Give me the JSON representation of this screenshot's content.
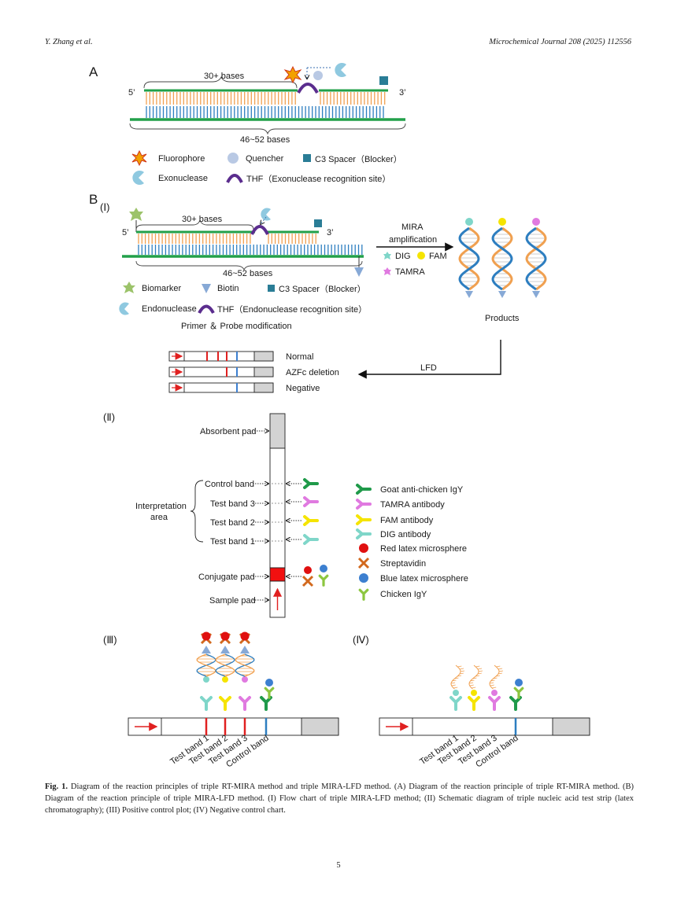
{
  "header": {
    "left": "Y. Zhang et al.",
    "right": "Microchemical Journal 208 (2025) 112556"
  },
  "figure": {
    "panelA": {
      "label": "A",
      "five_prime": "5’",
      "three_prime": "3’",
      "top_brace": "30+ bases",
      "bottom_brace": "46~52 bases",
      "legend": {
        "fluorophore": "Fluorophore",
        "quencher": "Quencher",
        "c3": "C3 Spacer（Blocker）",
        "exonuclease": "Exonuclease",
        "thf": "THF（Exonuclease recognition site）"
      }
    },
    "panelB": {
      "label": "B",
      "sub1": "(Ⅰ)",
      "five_prime": "5’",
      "three_prime": "3’",
      "top_brace": "30+ bases",
      "bottom_brace": "46~52 bases",
      "mira_line1": "MIRA",
      "mira_line2": "amplification",
      "tag_dig": "DIG",
      "tag_fam": "FAM",
      "tag_tamra": "TAMRA",
      "products": "Products",
      "legend": {
        "biomarker": "Biomarker",
        "biotin": "Biotin",
        "c3": "C3 Spacer（Blocker）",
        "endonuclease": "Endonuclease",
        "thf": "THF（Endonuclease recognition site）",
        "modification": "Primer ＆ Probe modification"
      },
      "lfd": "LFD",
      "strips": [
        "Normal",
        "AZFc deletion",
        "Negative"
      ]
    },
    "panelII": {
      "label": "(Ⅱ)",
      "absorbent": "Absorbent pad",
      "control": "Control band",
      "test3": "Test band 3",
      "test2": "Test band 2",
      "test1": "Test band 1",
      "interp1": "Interpretation",
      "interp2": "area",
      "conjugate": "Conjugate pad",
      "sample": "Sample pad",
      "legend": [
        "Goat anti-chicken IgY",
        "TAMRA antibody",
        "FAM antibody",
        "DIG antibody",
        "Red latex microsphere",
        "Streptavidin",
        "Blue latex microsphere",
        "Chicken IgY"
      ]
    },
    "panelIII": {
      "label": "(Ⅲ)",
      "bands": [
        "Test band 1",
        "Test band 2",
        "Test band 3",
        "Control band"
      ]
    },
    "panelIV": {
      "label": "(Ⅳ)",
      "bands": [
        "Test band 1",
        "Test band 2",
        "Test band 3",
        "Control band"
      ]
    }
  },
  "caption": {
    "label": "Fig. 1.",
    "text": "Diagram of the reaction principles of triple RT-MIRA method and triple MIRA-LFD method. (A) Diagram of the reaction principle of triple RT-MIRA method. (B) Diagram of the reaction principle of triple MIRA-LFD method. (I) Flow chart of triple MIRA-LFD method; (II) Schematic diagram of triple nucleic acid test strip (latex chromatography); (III) Positive control plot; (IV) Negative control chart."
  },
  "page_number": "5"
}
